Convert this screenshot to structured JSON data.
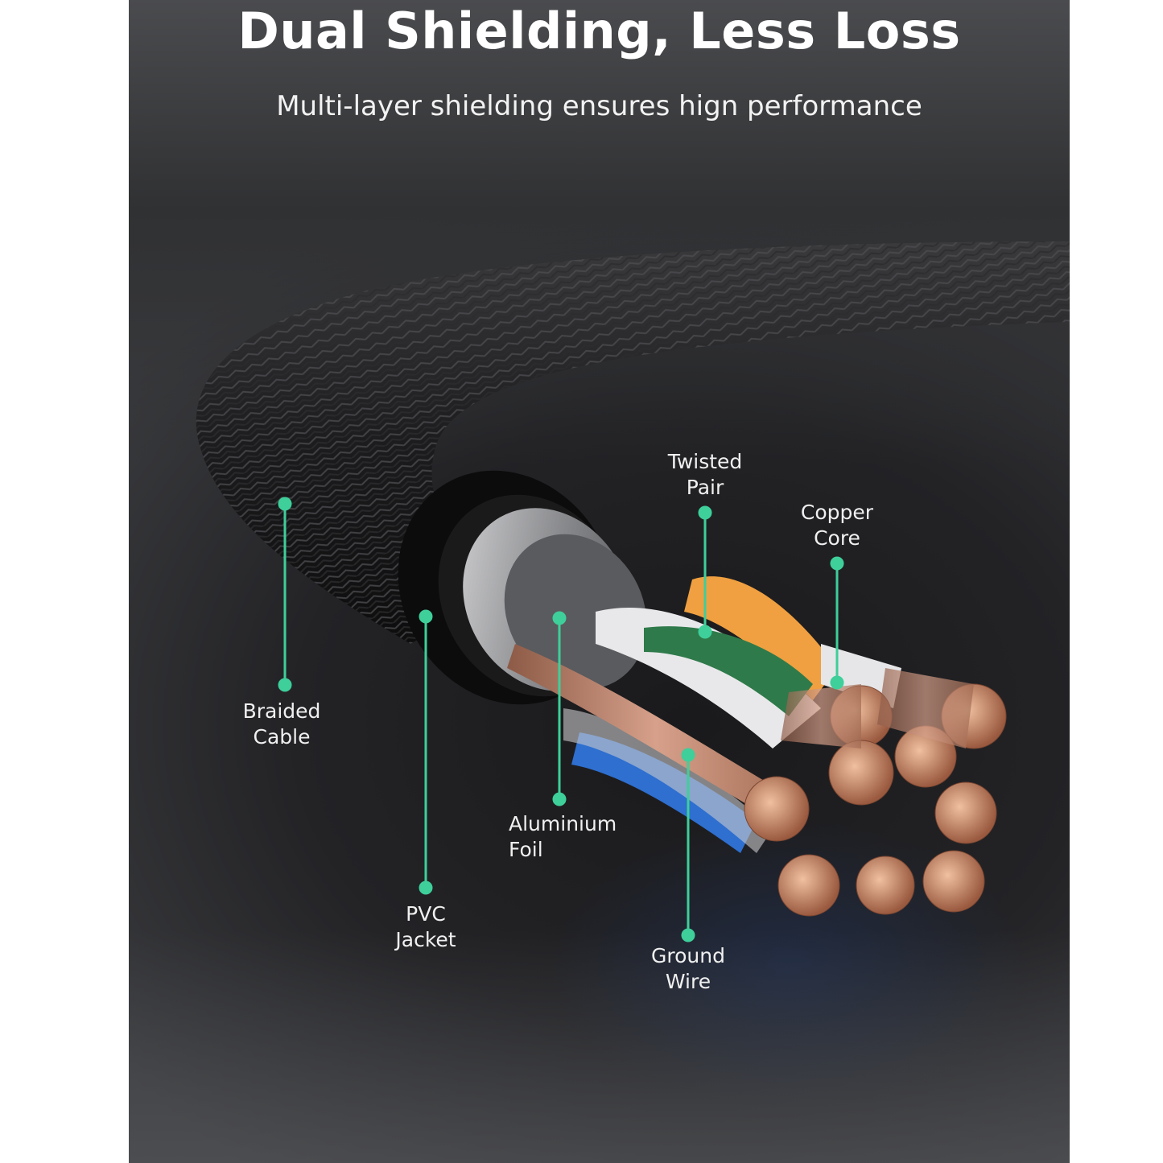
{
  "header": {
    "title": "Dual Shielding, Less Loss",
    "subtitle": "Multi-layer shielding ensures hign performance"
  },
  "callouts": [
    {
      "line1": "Braided",
      "line2": "Cable"
    },
    {
      "line1": "PVC",
      "line2": "Jacket"
    },
    {
      "line1": "Aluminium",
      "line2": "Foil"
    },
    {
      "line1": "Twisted",
      "line2": "Pair"
    },
    {
      "line1": "Copper",
      "line2": "Core"
    },
    {
      "line1": "Ground",
      "line2": "Wire"
    }
  ],
  "colors": {
    "accent": "#3ecf9a",
    "background": "#2a2b2e",
    "copper": "#c8866a",
    "wire_orange": "#f0a040",
    "wire_green": "#2f7a4a",
    "wire_blue": "#2e6fd0"
  }
}
